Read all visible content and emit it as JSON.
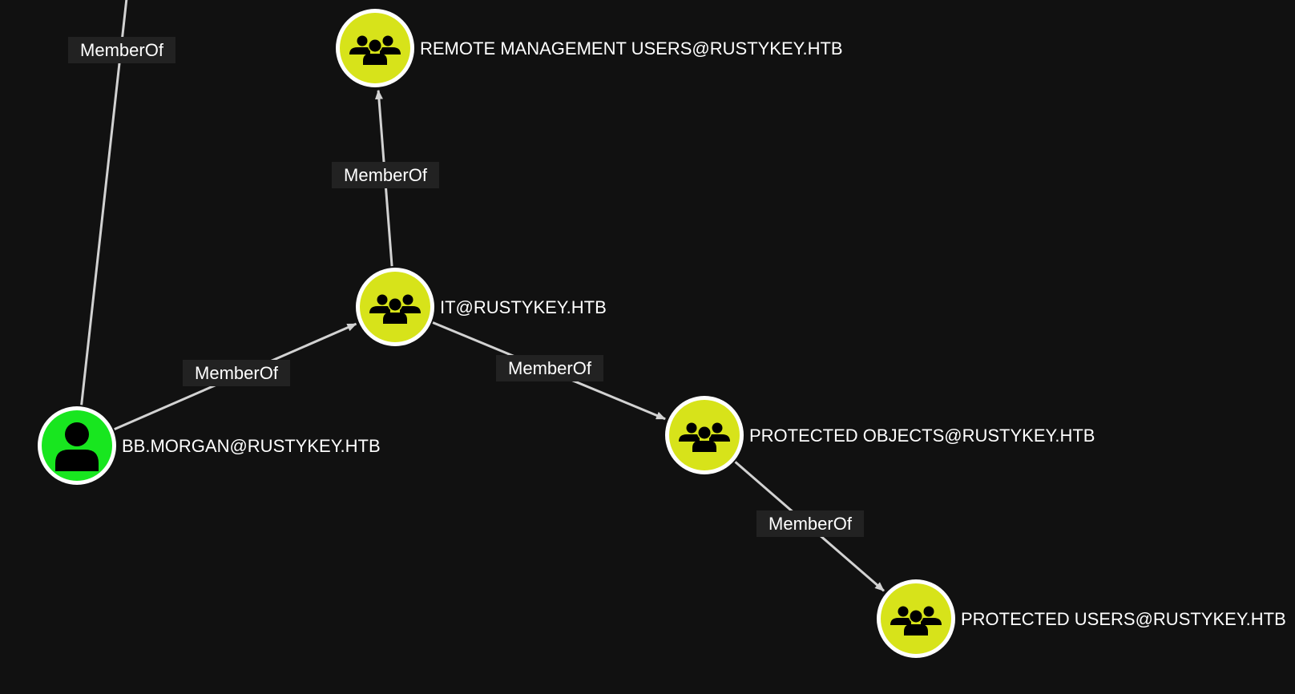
{
  "colors": {
    "background": "#111111",
    "edge": "#d2d2d2",
    "edge_label_bg": "#222222",
    "user_node": "#18e61f",
    "group_node": "#d7e31a",
    "node_ring": "#ffffff",
    "icon": "#000000"
  },
  "nodes": [
    {
      "id": "remote_mgmt",
      "type": "group",
      "icon": "group-icon",
      "label": "REMOTE MANAGEMENT USERS@RUSTYKEY.HTB"
    },
    {
      "id": "it",
      "type": "group",
      "icon": "group-icon",
      "label": "IT@RUSTYKEY.HTB"
    },
    {
      "id": "bb_morgan",
      "type": "user",
      "icon": "user-icon",
      "label": "BB.MORGAN@RUSTYKEY.HTB"
    },
    {
      "id": "protected_objects",
      "type": "group",
      "icon": "group-icon",
      "label": "PROTECTED OBJECTS@RUSTYKEY.HTB"
    },
    {
      "id": "protected_users",
      "type": "group",
      "icon": "group-icon",
      "label": "PROTECTED USERS@RUSTYKEY.HTB"
    }
  ],
  "edges": [
    {
      "id": "bb_to_offscreen",
      "from": "bb_morgan",
      "to": "offscreen",
      "label": "MemberOf"
    },
    {
      "id": "it_to_remote",
      "from": "it",
      "to": "remote_mgmt",
      "label": "MemberOf"
    },
    {
      "id": "bb_to_it",
      "from": "bb_morgan",
      "to": "it",
      "label": "MemberOf"
    },
    {
      "id": "it_to_protobj",
      "from": "it",
      "to": "protected_objects",
      "label": "MemberOf"
    },
    {
      "id": "protobj_to_protusers",
      "from": "protected_objects",
      "to": "protected_users",
      "label": "MemberOf"
    }
  ]
}
